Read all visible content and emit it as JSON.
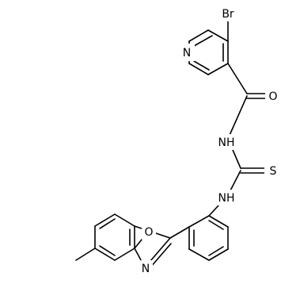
{
  "molecule": {
    "atoms": [
      {
        "id": "Br",
        "symbol": "Br"
      },
      {
        "id": "N1",
        "symbol": "N"
      },
      {
        "id": "O",
        "symbol": "O"
      },
      {
        "id": "NH1",
        "symbol": "NH"
      },
      {
        "id": "S",
        "symbol": "S"
      },
      {
        "id": "NH2",
        "symbol": "NH"
      },
      {
        "id": "O2",
        "symbol": "O"
      },
      {
        "id": "N2",
        "symbol": "N"
      }
    ],
    "bond_color": "#000000",
    "text_color": "#000000"
  }
}
